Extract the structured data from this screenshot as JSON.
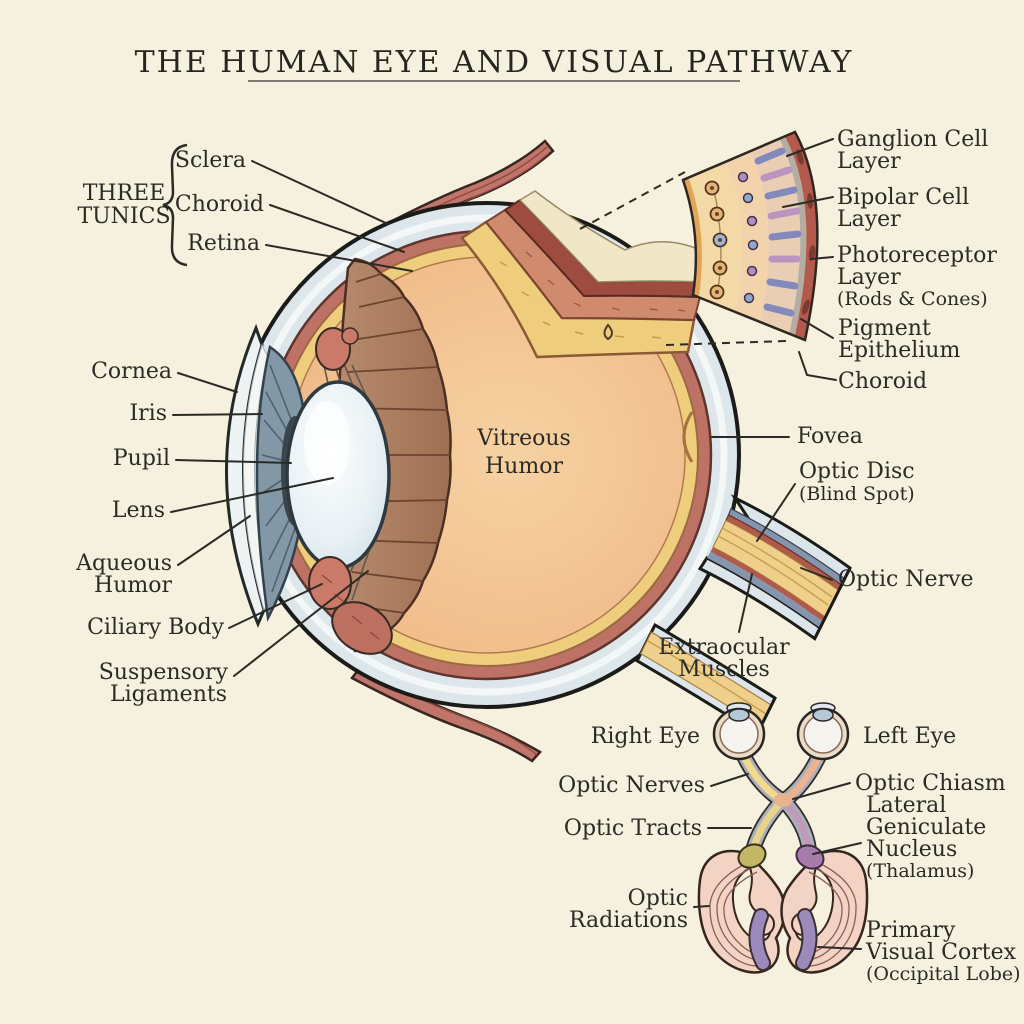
{
  "title": "THE HUMAN EYE AND VISUAL PATHWAY",
  "three_tunics": {
    "heading": [
      "THREE",
      "TUNICS"
    ],
    "items": [
      "Sclera",
      "Choroid",
      "Retina"
    ]
  },
  "eye_labels": {
    "cornea": "Cornea",
    "iris": "Iris",
    "pupil": "Pupil",
    "lens": "Lens",
    "aqueous": [
      "Aqueous",
      "Humor"
    ],
    "ciliary": "Ciliary Body",
    "suspensory": [
      "Suspensory",
      "Ligaments"
    ],
    "vitreous": [
      "Vitreous",
      "Humor"
    ],
    "fovea": "Fovea",
    "optic_disc": [
      "Optic Disc",
      "(Blind Spot)"
    ],
    "optic_nerve": "Optic Nerve",
    "extraocular": [
      "Extraocular",
      "Muscles"
    ]
  },
  "retina_inset": {
    "ganglion": [
      "Ganglion Cell",
      "Layer"
    ],
    "bipolar": [
      "Bipolar Cell",
      "Layer"
    ],
    "photoreceptor": [
      "Photoreceptor",
      "Layer",
      "(Rods & Cones)"
    ],
    "pigment": [
      "Pigment",
      "Epithelium"
    ],
    "choroid": "Choroid"
  },
  "pathway": {
    "right_eye": "Right Eye",
    "left_eye": "Left Eye",
    "optic_nerves": "Optic Nerves",
    "optic_chiasm": "Optic Chiasm",
    "optic_tracts": "Optic Tracts",
    "lgn": [
      "Lateral",
      "Geniculate",
      "Nucleus",
      "(Thalamus)"
    ],
    "optic_radiations": [
      "Optic",
      "Radiations"
    ],
    "visual_cortex": [
      "Primary",
      "Visual Cortex",
      "(Occipital Lobe)"
    ]
  },
  "colors": {
    "background": "#f6f1de",
    "ink": "#2b2b25",
    "sclera": "#dde6ea",
    "choroid": "#bd7265",
    "retina_yellow": "#eecd7d",
    "vitreous": "#efb687",
    "ciliary_fan": "#a97c62",
    "lens": "#e6eff4",
    "iris": "#8398a7",
    "muscle_red": "#c0746a",
    "nerve_yellow": "#f0cf8a",
    "nerve_blue": "#8595ad",
    "rod_purple": "#8289bb",
    "cone_purple": "#b995bf",
    "lgn_olive": "#c3b765",
    "lgn_purple": "#a77bab",
    "brain_pink": "#f2d3c4",
    "occipital_purple": "#9d8abc"
  }
}
